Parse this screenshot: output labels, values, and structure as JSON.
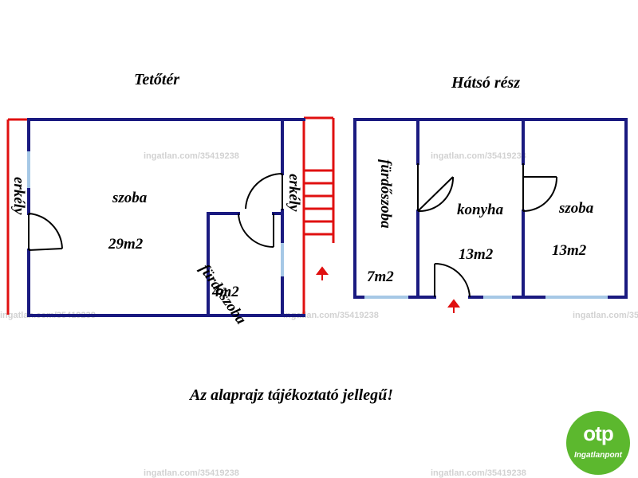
{
  "plans": {
    "left": {
      "title": "Tetőtér",
      "rooms": [
        {
          "name": "szoba",
          "area": "29m2"
        },
        {
          "name": "fürdőszoba",
          "area": "4m2"
        }
      ],
      "balconies": [
        "erkély",
        "erkély"
      ]
    },
    "right": {
      "title": "Hátsó rész",
      "rooms": [
        {
          "name": "fürdőszoba",
          "area": "7m2"
        },
        {
          "name": "konyha",
          "area": "13m2"
        },
        {
          "name": "szoba",
          "area": "13m2"
        }
      ]
    }
  },
  "note": "Az alaprajz tájékoztató jellegű!",
  "watermark": "ingatlan.com/35419238",
  "logo": {
    "main": "otp",
    "sub": "Ingatlanpont"
  },
  "colors": {
    "wall": "#1a1a80",
    "balcony": "#e01010",
    "window": "#a6c8e6",
    "arrow": "#e01010",
    "logo": "#5cb82e"
  }
}
